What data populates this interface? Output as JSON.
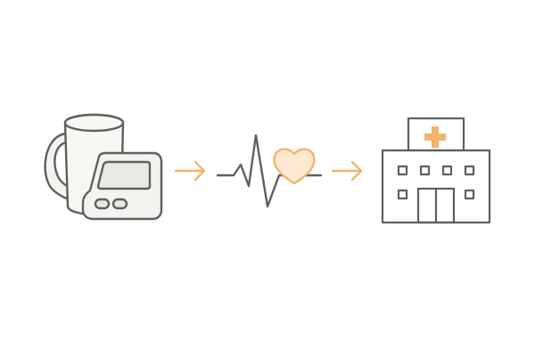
{
  "diagram": {
    "steps": [
      {
        "id": "blood-pressure-monitor",
        "icon": "blood-pressure-monitor-icon"
      },
      {
        "id": "heartbeat",
        "icon": "heartbeat-icon"
      },
      {
        "id": "hospital",
        "icon": "hospital-icon"
      }
    ],
    "connectors": [
      {
        "from": "blood-pressure-monitor",
        "to": "heartbeat",
        "icon": "arrow-right-icon"
      },
      {
        "from": "heartbeat",
        "to": "hospital",
        "icon": "arrow-right-icon"
      }
    ]
  },
  "colors": {
    "stroke": "#5f5f5f",
    "accent": "#f3b46b",
    "accent_fill": "#fde9d3",
    "device_fill": "#f3f3ef",
    "device_fill_light": "#f7f7f3",
    "screen_fill": "#e9e9e4",
    "background": "#ffffff"
  }
}
